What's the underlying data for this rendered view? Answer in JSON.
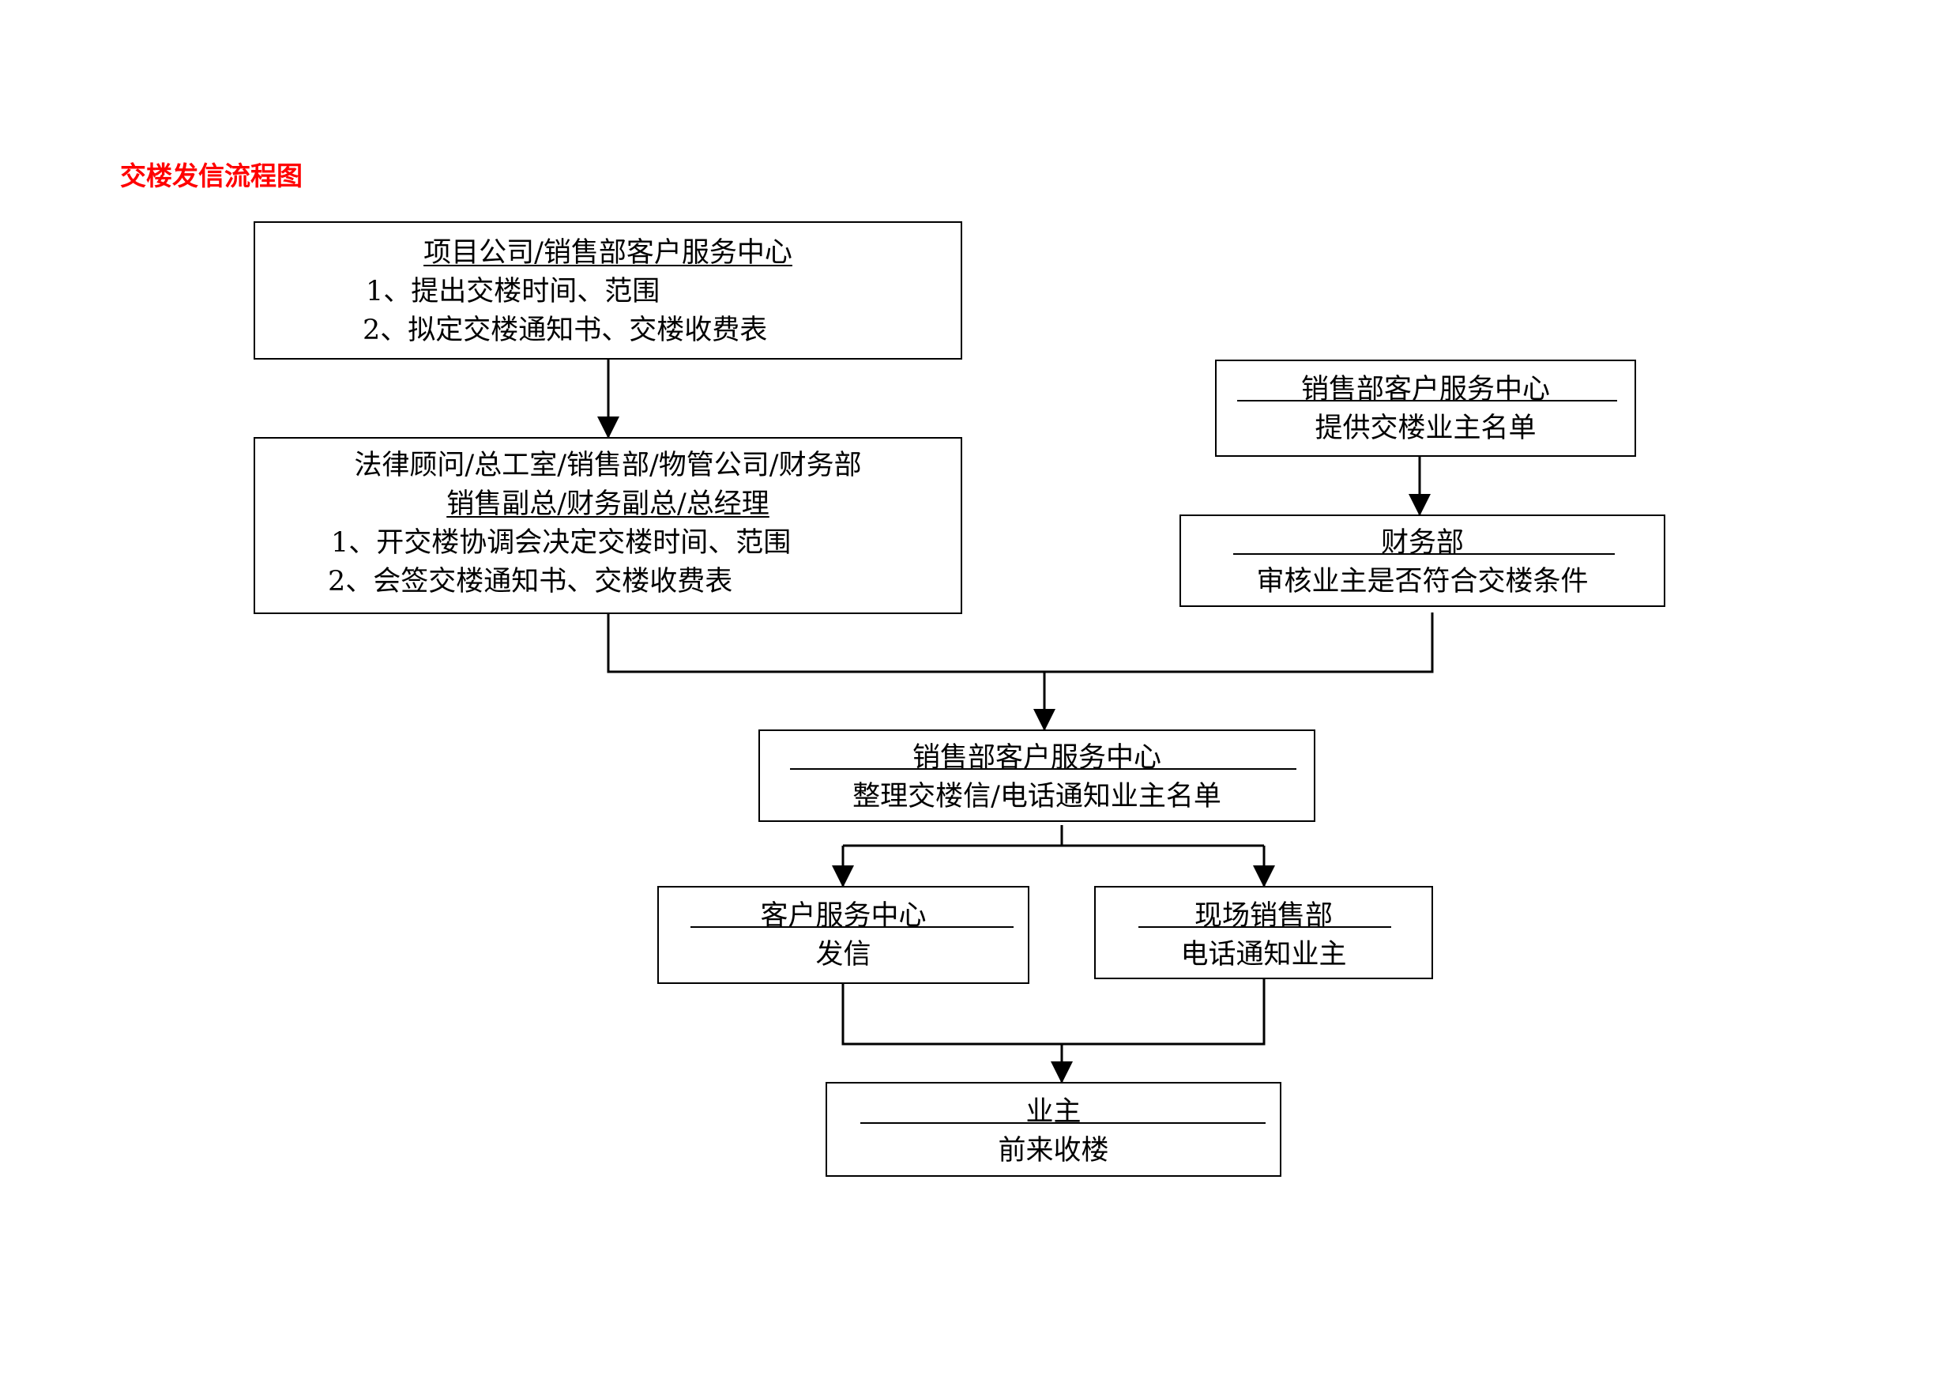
{
  "page": {
    "title": "交楼发信流程图",
    "title_color": "#ff0000"
  },
  "boxes": {
    "project_company": {
      "header": "项目公司/销售部客户服务中心",
      "items": [
        "1、提出交楼时间、范围",
        "2、拟定交楼通知书、交楼收费表"
      ]
    },
    "legal_group": {
      "header": "法律顾问/总工室/销售部/物管公司/财务部",
      "subheader": "销售副总/财务副总/总经理",
      "items": [
        "1、开交楼协调会决定交楼时间、范围",
        "2、会签交楼通知书、交楼收费表"
      ]
    },
    "sales_cs_list": {
      "header": "销售部客户服务中心",
      "action": "提供交楼业主名单"
    },
    "finance": {
      "header": "财务部",
      "action": "审核业主是否符合交楼条件"
    },
    "sales_cs_letter": {
      "header": "销售部客户服务中心",
      "action": "整理交楼信/电话通知业主名单"
    },
    "cs_center": {
      "header": "客户服务中心",
      "action": "发信"
    },
    "onsite_sales": {
      "header": "现场销售部",
      "action": "电话通知业主"
    },
    "owner": {
      "header": "业主",
      "action": "前来收楼"
    }
  }
}
